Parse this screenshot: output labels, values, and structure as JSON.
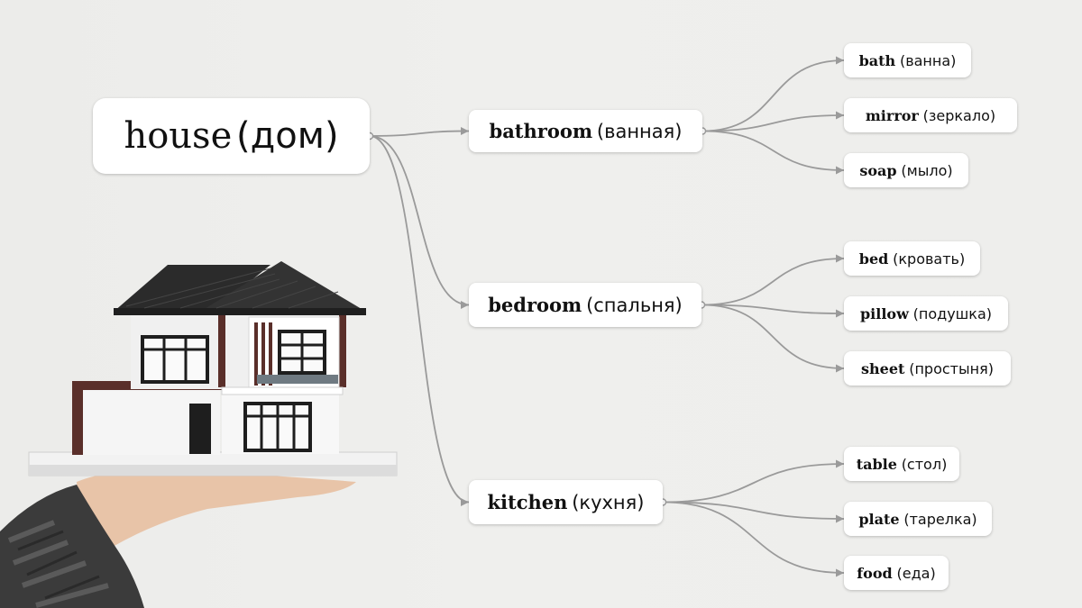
{
  "root": {
    "en": "house",
    "ru": "(дом)"
  },
  "rooms": [
    {
      "en": "bathroom",
      "ru": "(ванная)",
      "items": [
        {
          "en": "bath",
          "ru": "(ванна)"
        },
        {
          "en": "mirror",
          "ru": "(зеркало)"
        },
        {
          "en": "soap",
          "ru": "(мыло)"
        }
      ]
    },
    {
      "en": "bedroom",
      "ru": "(спальня)",
      "items": [
        {
          "en": "bed",
          "ru": "(кровать)"
        },
        {
          "en": "pillow",
          "ru": "(подушка)"
        },
        {
          "en": "sheet",
          "ru": "(простыня)"
        }
      ]
    },
    {
      "en": "kitchen",
      "ru": "(кухня)",
      "items": [
        {
          "en": "table",
          "ru": "(стол)"
        },
        {
          "en": "plate",
          "ru": "(тарелка)"
        },
        {
          "en": "food",
          "ru": "(еда)"
        }
      ]
    }
  ],
  "colors": {
    "background": "#eeeeec",
    "node_fill": "#ffffff",
    "connector": "#9a9a9a",
    "text": "#111111",
    "roof": "#2b2b2b",
    "wall": "#f4f4f4",
    "trim": "#5a2f2a",
    "sweater": "#3b3b3b"
  },
  "illustration": {
    "icon": "house-model-on-hand-icon"
  }
}
